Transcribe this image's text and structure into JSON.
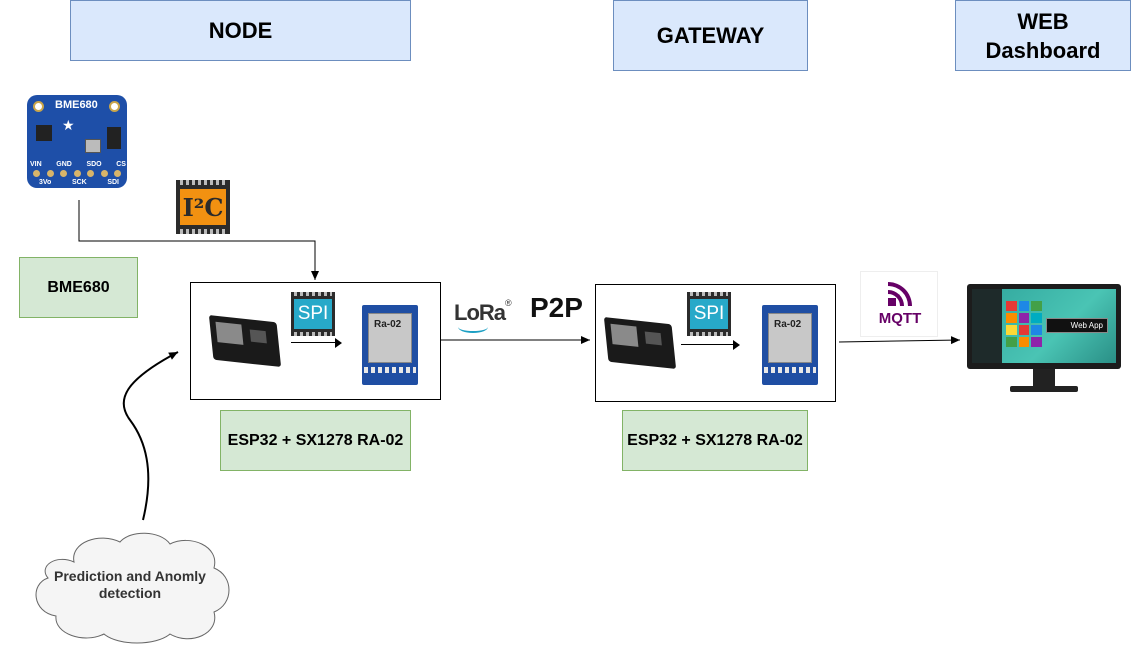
{
  "headers": {
    "node": "NODE",
    "gateway": "GATEWAY",
    "web_line1": "WEB",
    "web_line2": "Dashboard"
  },
  "sensor": {
    "board_title": "BME680",
    "pin_top": [
      "VIN",
      "GND",
      "SDO",
      "CS"
    ],
    "pin_bottom": [
      "3Vo",
      "SCK",
      "SDI"
    ],
    "label": "BME680"
  },
  "bus": {
    "i2c": "I²C",
    "spi": "SPI"
  },
  "node_module": {
    "label": "ESP32 + SX1278 RA-02"
  },
  "gateway_module": {
    "label": "ESP32 + SX1278 RA-02"
  },
  "radio": {
    "lora": "LoRa",
    "p2p": "P2P",
    "chip_text": "Ra-02"
  },
  "mqtt": {
    "label": "MQTT"
  },
  "dashboard": {
    "badge": "Web App"
  },
  "cloud": {
    "line1": "Prediction and Anomly",
    "line2": "detection"
  },
  "colors": {
    "header_fill": "#dae8fc",
    "label_fill": "#d5e8d4",
    "sensor_board": "#1e4fa8",
    "i2c_orange": "#f29111",
    "spi_teal": "#27a9c9",
    "mqtt_purple": "#660066"
  }
}
